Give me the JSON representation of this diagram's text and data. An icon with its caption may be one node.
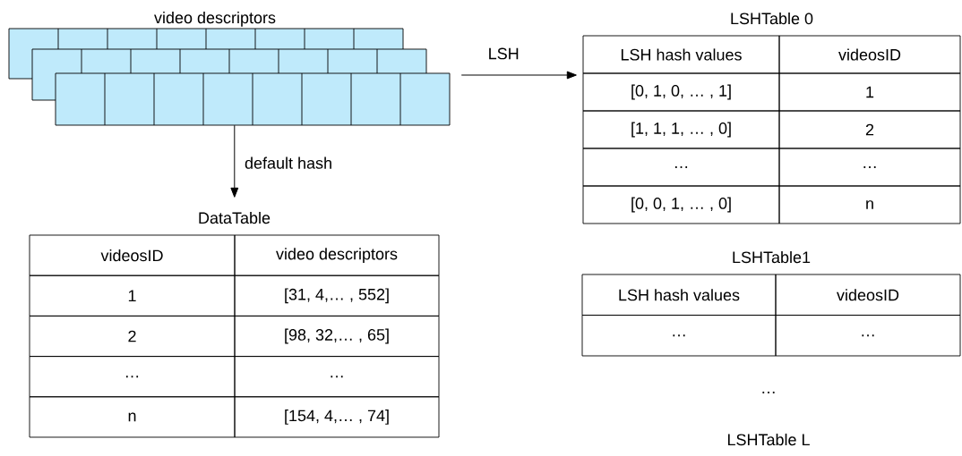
{
  "diagram": {
    "nodes": [
      {
        "text": [
          "video descriptors"
        ]
      },
      {
        "text": [
          "DataTable",
          "videosID",
          "video descriptors",
          "1",
          "[31, 4,… , 552]",
          "2",
          "[98, 32,… , 65]",
          "…",
          "…",
          "n",
          "[154, 4,… , 74]"
        ]
      },
      {
        "text": [
          "LSHTable 0",
          "LSH hash values",
          "videosID",
          "[0, 1, 0, … , 1]",
          "1",
          "[1, 1, 1, … , 0]",
          "2",
          "…",
          "…",
          "[0, 0, 1, … , 0]",
          "n"
        ]
      },
      {
        "text": [
          "LSHTable1",
          "LSH hash values",
          "videosID",
          "…",
          "…"
        ]
      }
    ],
    "edges": [
      {
        "from": 0,
        "to": 1,
        "arrow": "to",
        "label": "default hash"
      },
      {
        "from": 0,
        "to": 2,
        "arrow": "to",
        "label": "LSH"
      }
    ],
    "labels": [
      "…",
      "LSHTable L"
    ]
  }
}
